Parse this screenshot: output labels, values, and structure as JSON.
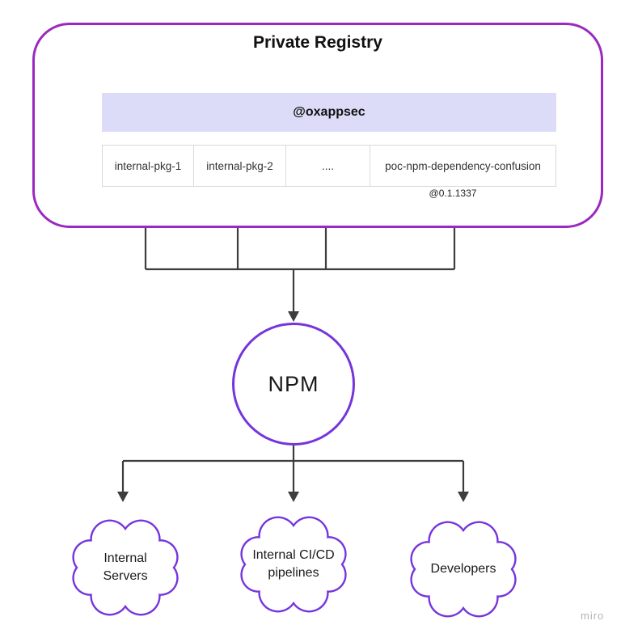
{
  "diagram": {
    "registry": {
      "title": "Private Registry",
      "scope": "@oxappsec",
      "packages": [
        "internal-pkg-1",
        "internal-pkg-2",
        "....",
        "poc-npm-dependency-confusion"
      ],
      "version_label": "@0.1.1337"
    },
    "hub": {
      "label": "NPM"
    },
    "consumers": [
      {
        "label": "Internal Servers"
      },
      {
        "label": "Internal CI/CD pipelines"
      },
      {
        "label": "Developers"
      }
    ],
    "watermark": "miro",
    "colors": {
      "registry_border": "#9b29c0",
      "node_border": "#7635dc",
      "header_fill": "#dcdcf8",
      "connector_line": "#3d3d3d",
      "cell_border": "#d9d9d9"
    }
  }
}
